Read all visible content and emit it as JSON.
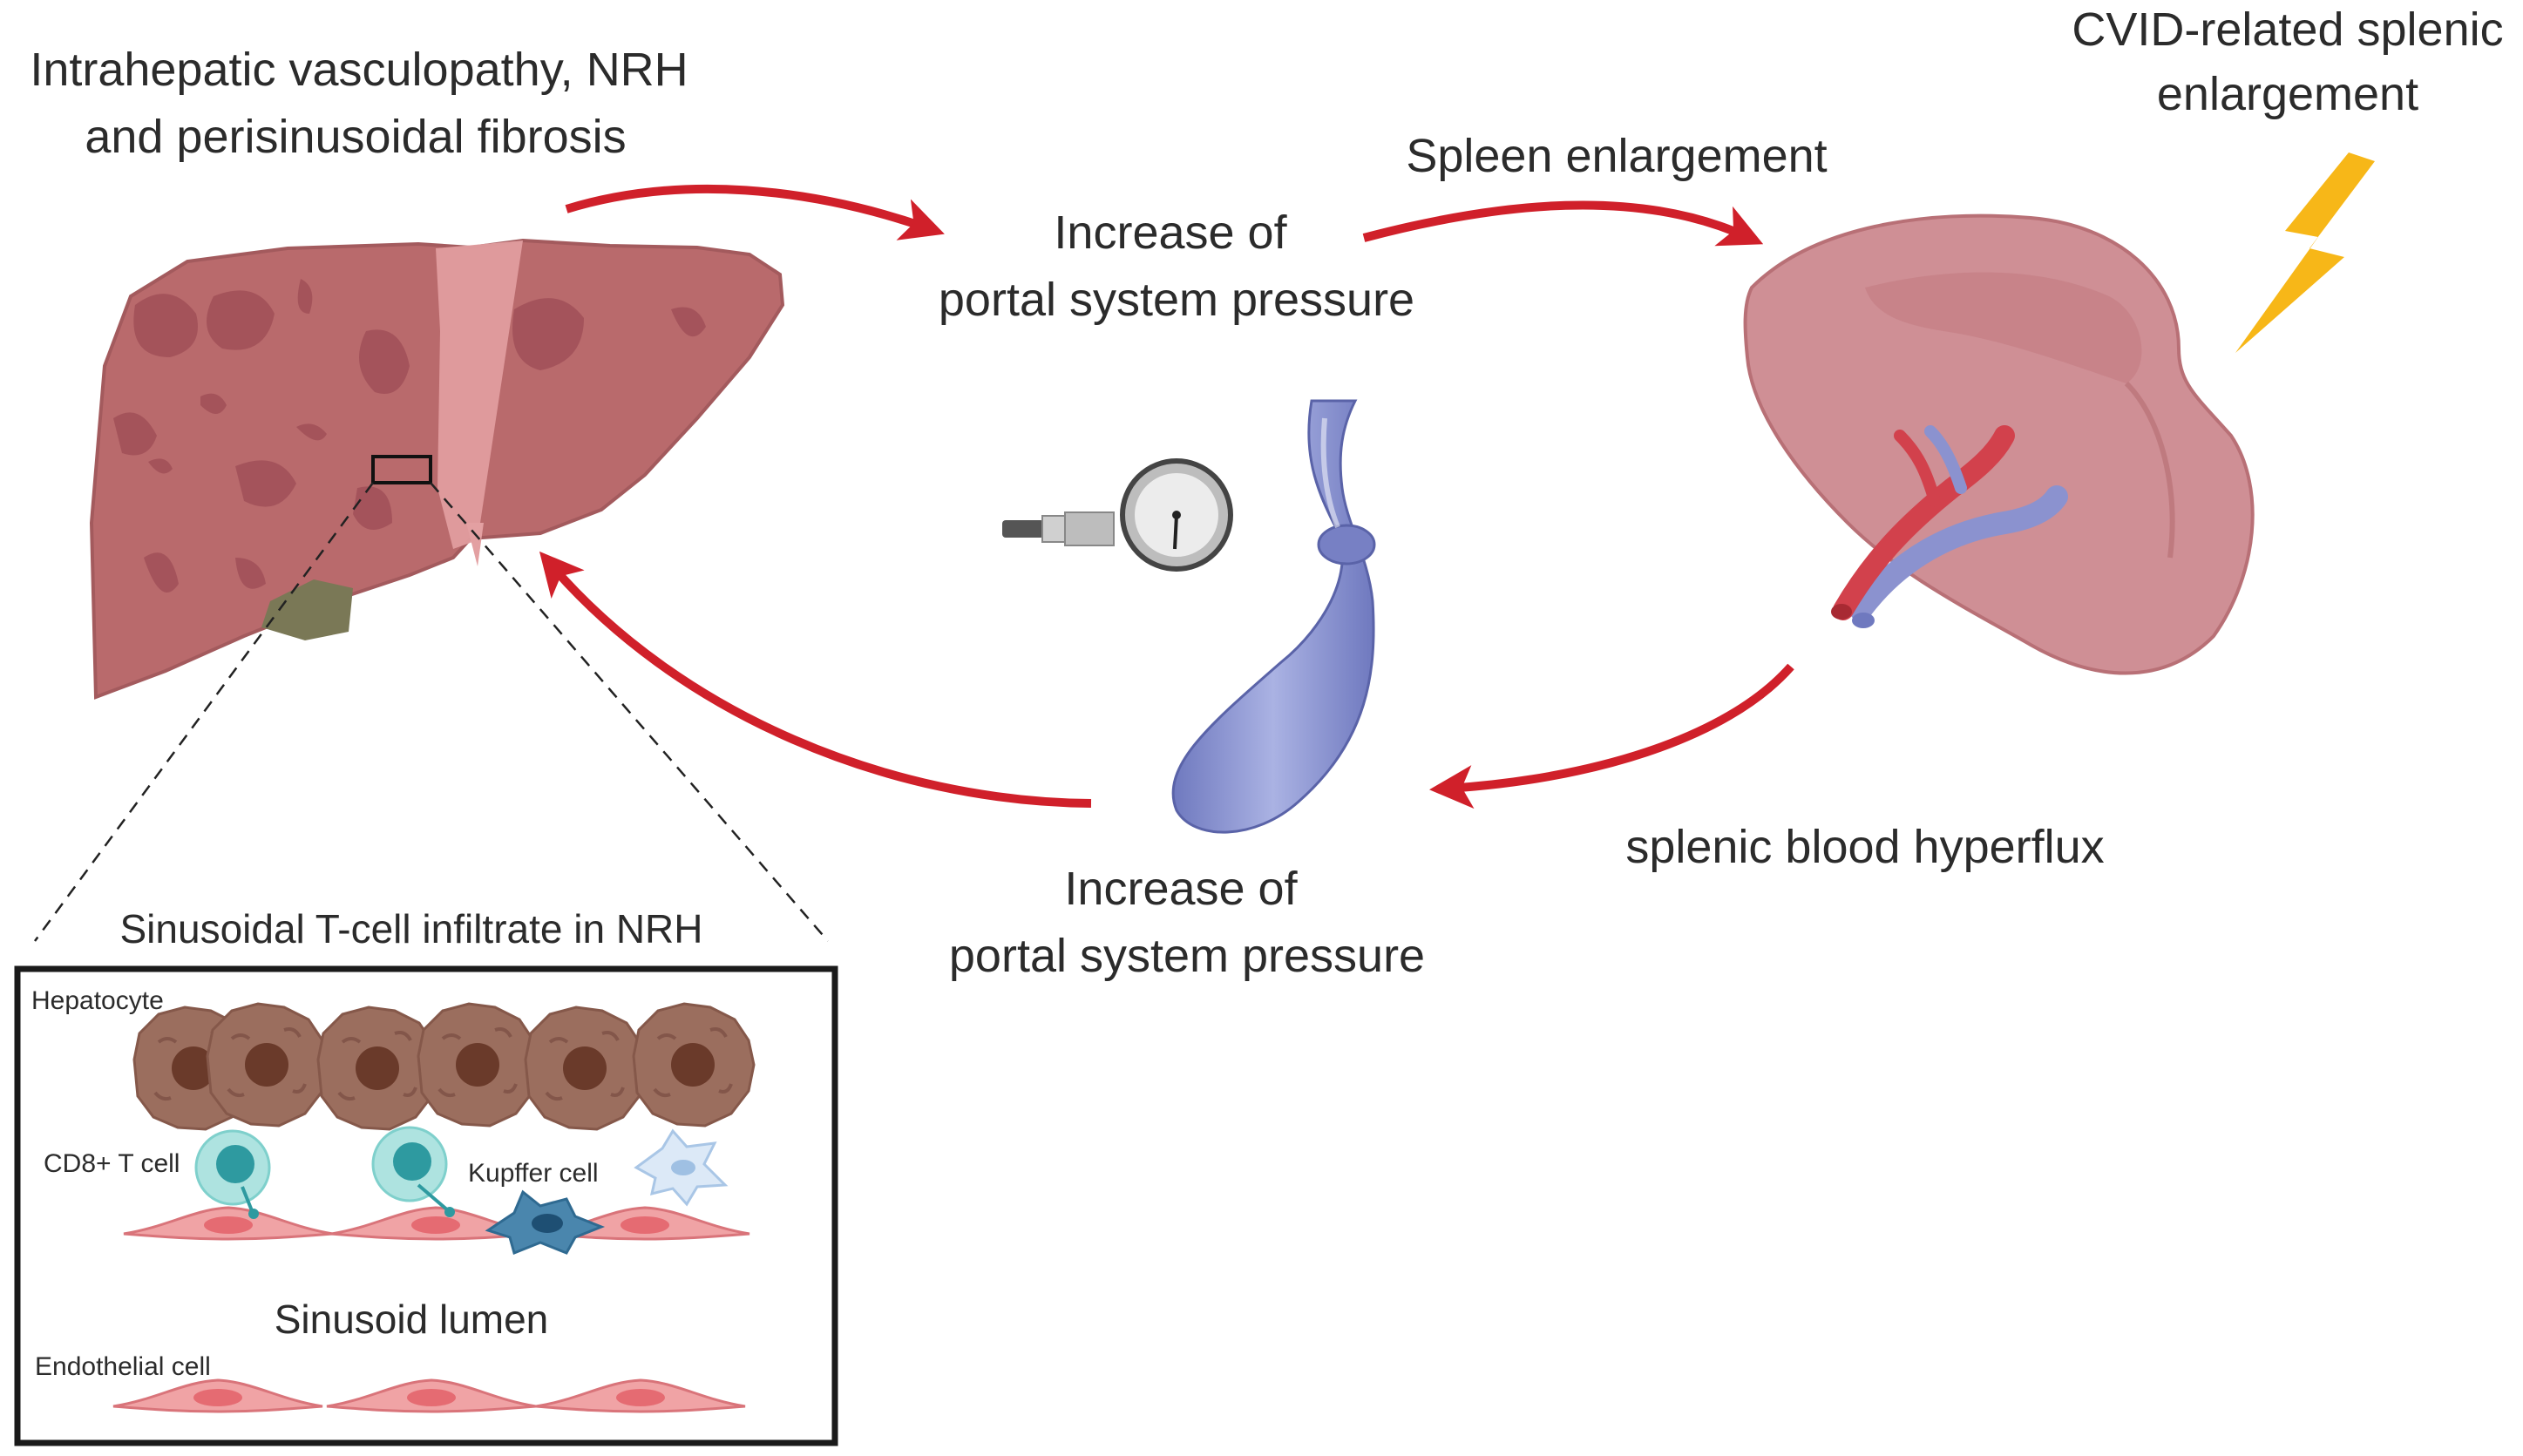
{
  "labels": {
    "intrahepatic_line1": "Intrahepatic vasculopathy, NRH",
    "intrahepatic_line2": "and perisinusoidal fibrosis",
    "pressure_top_line1": "Increase of",
    "pressure_top_line2": "portal system pressure",
    "spleen_enlargement": "Spleen enlargement",
    "cvid_line1": "CVID-related splenic",
    "cvid_line2": "enlargement",
    "splenic_hyperflux": "splenic blood hyperflux",
    "pressure_bottom_line1": "Increase of",
    "pressure_bottom_line2": "portal system pressure"
  },
  "inset": {
    "title": "Sinusoidal T-cell infiltrate in NRH",
    "hepatocyte": "Hepatocyte",
    "cd8": "CD8+ T cell",
    "kupffer": "Kupffer cell",
    "lumen": "Sinusoid lumen",
    "endothelial": "Endothelial cell"
  },
  "colors": {
    "arrow": "#d0202a",
    "liver": "#b96a6c",
    "liver_lesion": "#9e4c55",
    "spleen": "#cf8f95",
    "vein": "#8b92cf",
    "artery": "#d2414c",
    "hepatocyte": "#9b6e5e",
    "hepatocyte_nucleus": "#6a3a2a",
    "tcell": "#7fd0cc",
    "kupffer": "#4a86ad",
    "endothelial": "#f0a3a5",
    "bolt": "#f7b718"
  },
  "icons": [
    "liver-icon",
    "spleen-icon",
    "portal-vein-icon",
    "pressure-gauge-icon",
    "lightning-icon"
  ]
}
